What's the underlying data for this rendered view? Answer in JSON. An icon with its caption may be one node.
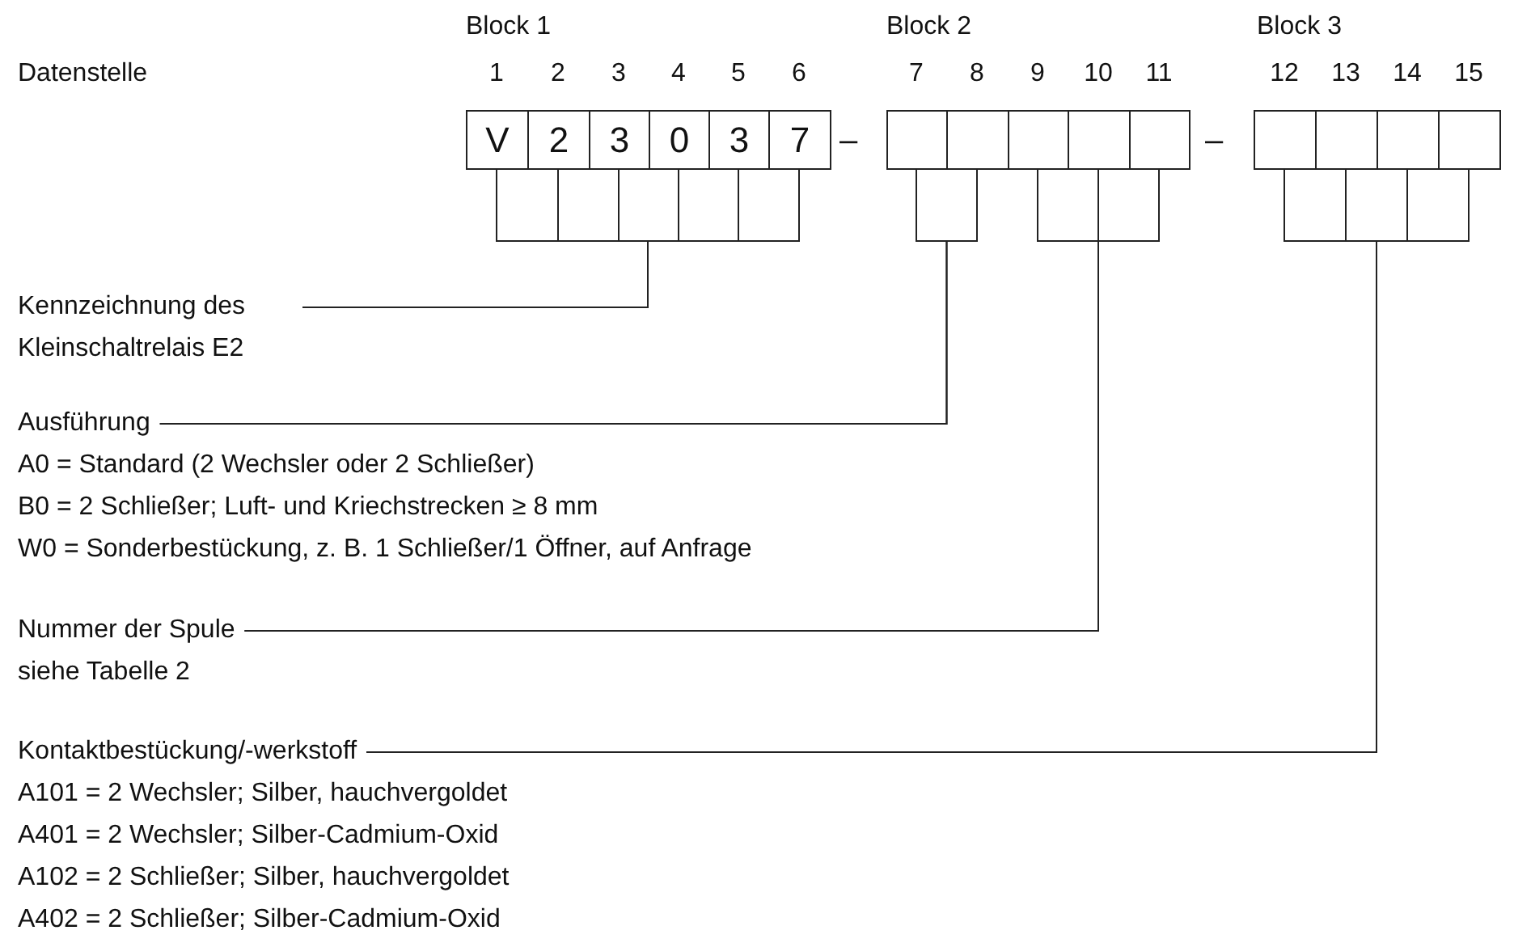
{
  "diagram": {
    "nodes": [
      {
        "text": [
          "V"
        ],
        "beside": [
          "1"
        ]
      },
      {
        "text": [
          "2"
        ],
        "beside": [
          "2"
        ]
      },
      {
        "text": [
          "3"
        ],
        "beside": [
          "3"
        ]
      },
      {
        "text": [
          "0"
        ],
        "beside": [
          "4"
        ]
      },
      {
        "text": [
          "3"
        ],
        "beside": [
          "5"
        ]
      },
      {
        "text": [
          "7"
        ],
        "beside": [
          "6"
        ]
      },
      {
        "text": [],
        "shape": "box",
        "beside": [
          "7"
        ]
      },
      {
        "text": [],
        "shape": "box",
        "beside": [
          "8"
        ]
      },
      {
        "text": [],
        "shape": "box",
        "beside": [
          "9"
        ]
      },
      {
        "text": [],
        "shape": "box",
        "beside": [
          "10"
        ]
      },
      {
        "text": [],
        "shape": "box",
        "beside": [
          "11"
        ]
      },
      {
        "text": [],
        "shape": "box",
        "beside": [
          "12"
        ]
      },
      {
        "text": [],
        "shape": "box",
        "beside": [
          "13"
        ]
      },
      {
        "text": [],
        "shape": "box",
        "beside": [
          "14"
        ]
      },
      {
        "text": [],
        "shape": "box",
        "beside": [
          "15"
        ]
      },
      {
        "text": [
          "Kennzeichnung des Kleinschaltrelais E2"
        ]
      },
      {
        "text": [
          "Ausführung"
        ],
        "beside": [
          "A0 = Standard (2 Wechsler oder 2 Schließer)",
          "B0 = 2 Schließer; Luft- und Kriechstrecken ≥ 8 mm",
          "W0 = Sonderbestückung, z. B. 1 Schließer/1 Öffner, auf Anfrage"
        ]
      },
      {
        "text": [
          "Nummer der Spule"
        ],
        "beside": [
          "siehe Tabelle 2"
        ]
      },
      {
        "text": [
          "Kontaktbestückung/-werkstoff"
        ],
        "beside": [
          "A101 = 2 Wechsler; Silber, hauchvergoldet",
          "A401 = 2 Wechsler; Silber-Cadmium-Oxid",
          "A102 = 2 Schließer; Silber, hauchvergoldet",
          "A402 = 2 Schließer; Silber-Cadmium-Oxid"
        ]
      }
    ],
    "edges": [
      {
        "from": 15,
        "to": 0,
        "arrow": "none"
      },
      {
        "from": 15,
        "to": 1,
        "arrow": "none"
      },
      {
        "from": 15,
        "to": 2,
        "arrow": "none"
      },
      {
        "from": 15,
        "to": 3,
        "arrow": "none"
      },
      {
        "from": 15,
        "to": 4,
        "arrow": "none"
      },
      {
        "from": 15,
        "to": 5,
        "arrow": "none"
      },
      {
        "from": 16,
        "to": 6,
        "arrow": "none"
      },
      {
        "from": 16,
        "to": 7,
        "arrow": "none"
      },
      {
        "from": 17,
        "to": 8,
        "arrow": "none"
      },
      {
        "from": 17,
        "to": 9,
        "arrow": "none"
      },
      {
        "from": 17,
        "to": 10,
        "arrow": "none"
      },
      {
        "from": 18,
        "to": 11,
        "arrow": "none"
      },
      {
        "from": 18,
        "to": 12,
        "arrow": "none"
      },
      {
        "from": 18,
        "to": 13,
        "arrow": "none"
      },
      {
        "from": 18,
        "to": 14,
        "arrow": "none"
      }
    ],
    "labels": [
      "Block 1",
      "Block 2",
      "Block 3",
      "Datenstelle",
      "–",
      "–"
    ]
  }
}
